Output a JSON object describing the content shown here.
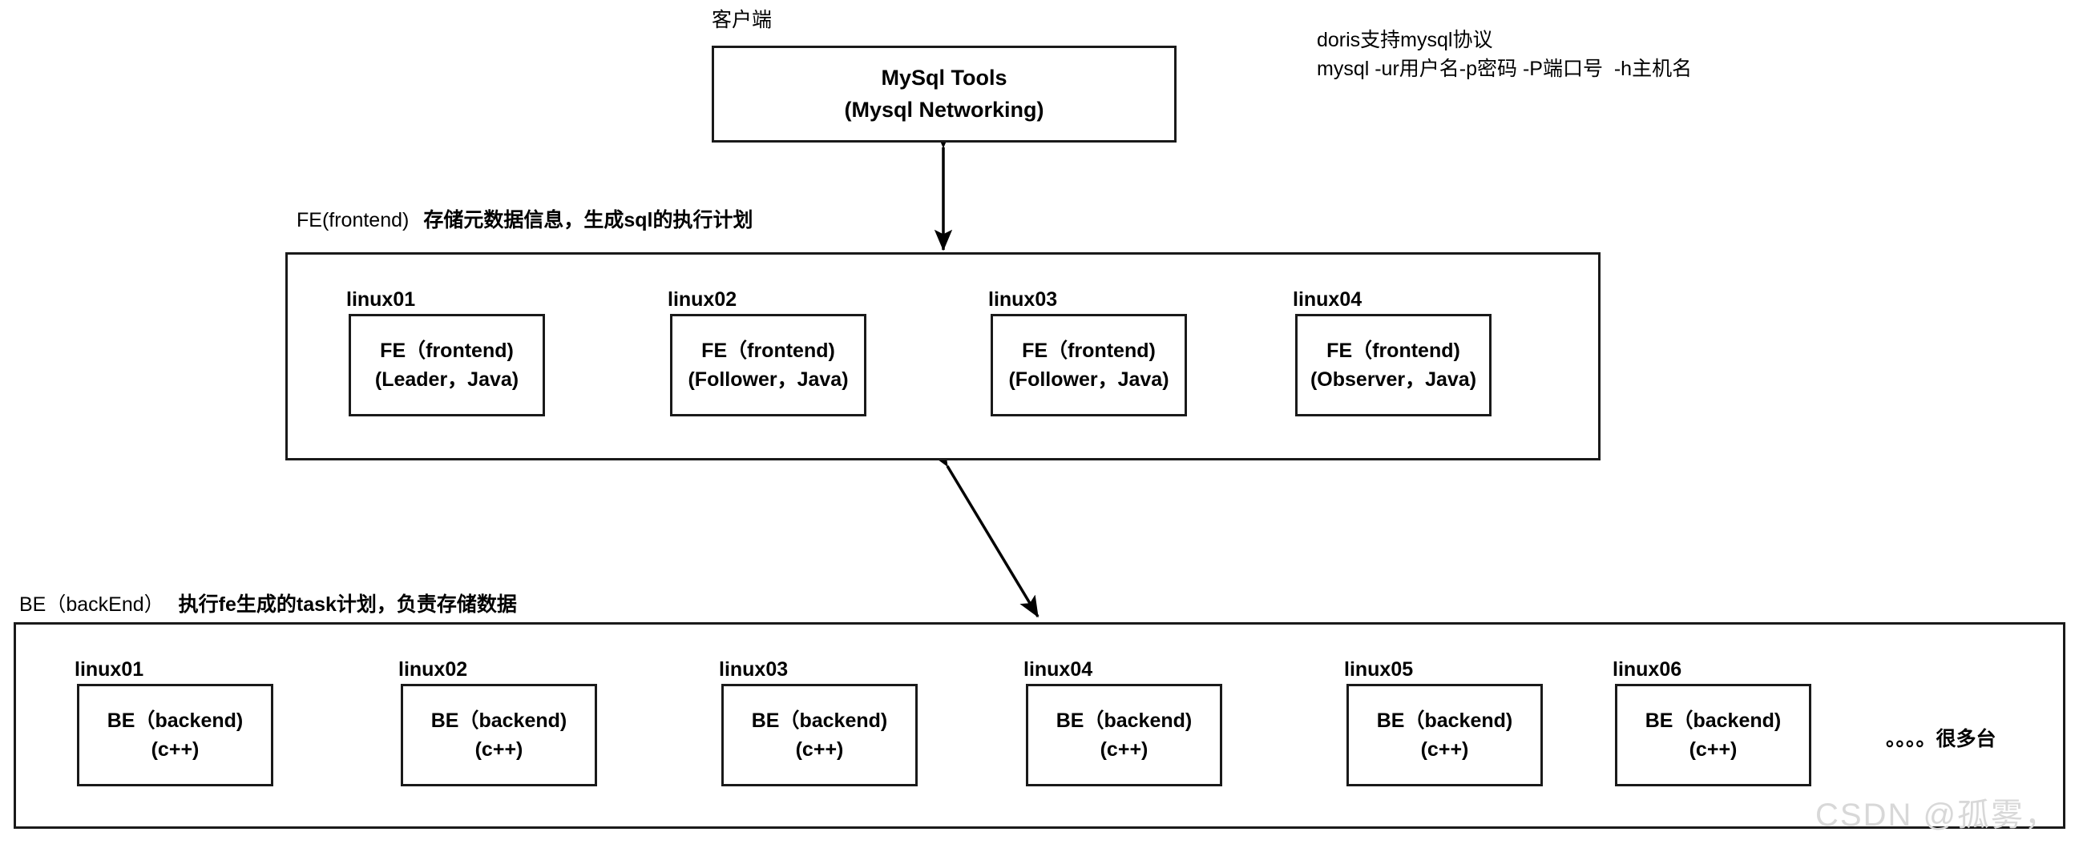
{
  "client": {
    "section_label": "客户端",
    "box": {
      "line1": "MySql Tools",
      "line2": "(Mysql Networking)"
    }
  },
  "notes": {
    "line1": "doris支持mysql协议",
    "line2": "mysql -ur用户名-p密码 -P端口号  -h主机名"
  },
  "fe_section": {
    "label_plain": "FE(frontend)",
    "label_bold": "存储元数据信息，生成sql的执行计划",
    "nodes": [
      {
        "host": "linux01",
        "line1": "FE（frontend)",
        "line2": "(Leader，Java)"
      },
      {
        "host": "linux02",
        "line1": "FE（frontend)",
        "line2": "(Follower，Java)"
      },
      {
        "host": "linux03",
        "line1": "FE（frontend)",
        "line2": "(Follower，Java)"
      },
      {
        "host": "linux04",
        "line1": "FE（frontend)",
        "line2": "(Observer，Java)"
      }
    ]
  },
  "be_section": {
    "label_plain": "BE（backEnd）",
    "label_bold": "执行fe生成的task计划，负责存储数据",
    "nodes": [
      {
        "host": "linux01",
        "line1": "BE（backend)",
        "line2": "(c++)"
      },
      {
        "host": "linux02",
        "line1": "BE（backend)",
        "line2": "(c++)"
      },
      {
        "host": "linux03",
        "line1": "BE（backend)",
        "line2": "(c++)"
      },
      {
        "host": "linux04",
        "line1": "BE（backend)",
        "line2": "(c++)"
      },
      {
        "host": "linux05",
        "line1": "BE（backend)",
        "line2": "(c++)"
      },
      {
        "host": "linux06",
        "line1": "BE（backend)",
        "line2": "(c++)"
      }
    ],
    "more_label": "。。。。很多台"
  },
  "watermark": "CSDN @孤雾，",
  "colors": {
    "stroke": "#1a1a1a",
    "background": "#ffffff",
    "text": "#000000",
    "watermark": "#d8d8d8"
  }
}
